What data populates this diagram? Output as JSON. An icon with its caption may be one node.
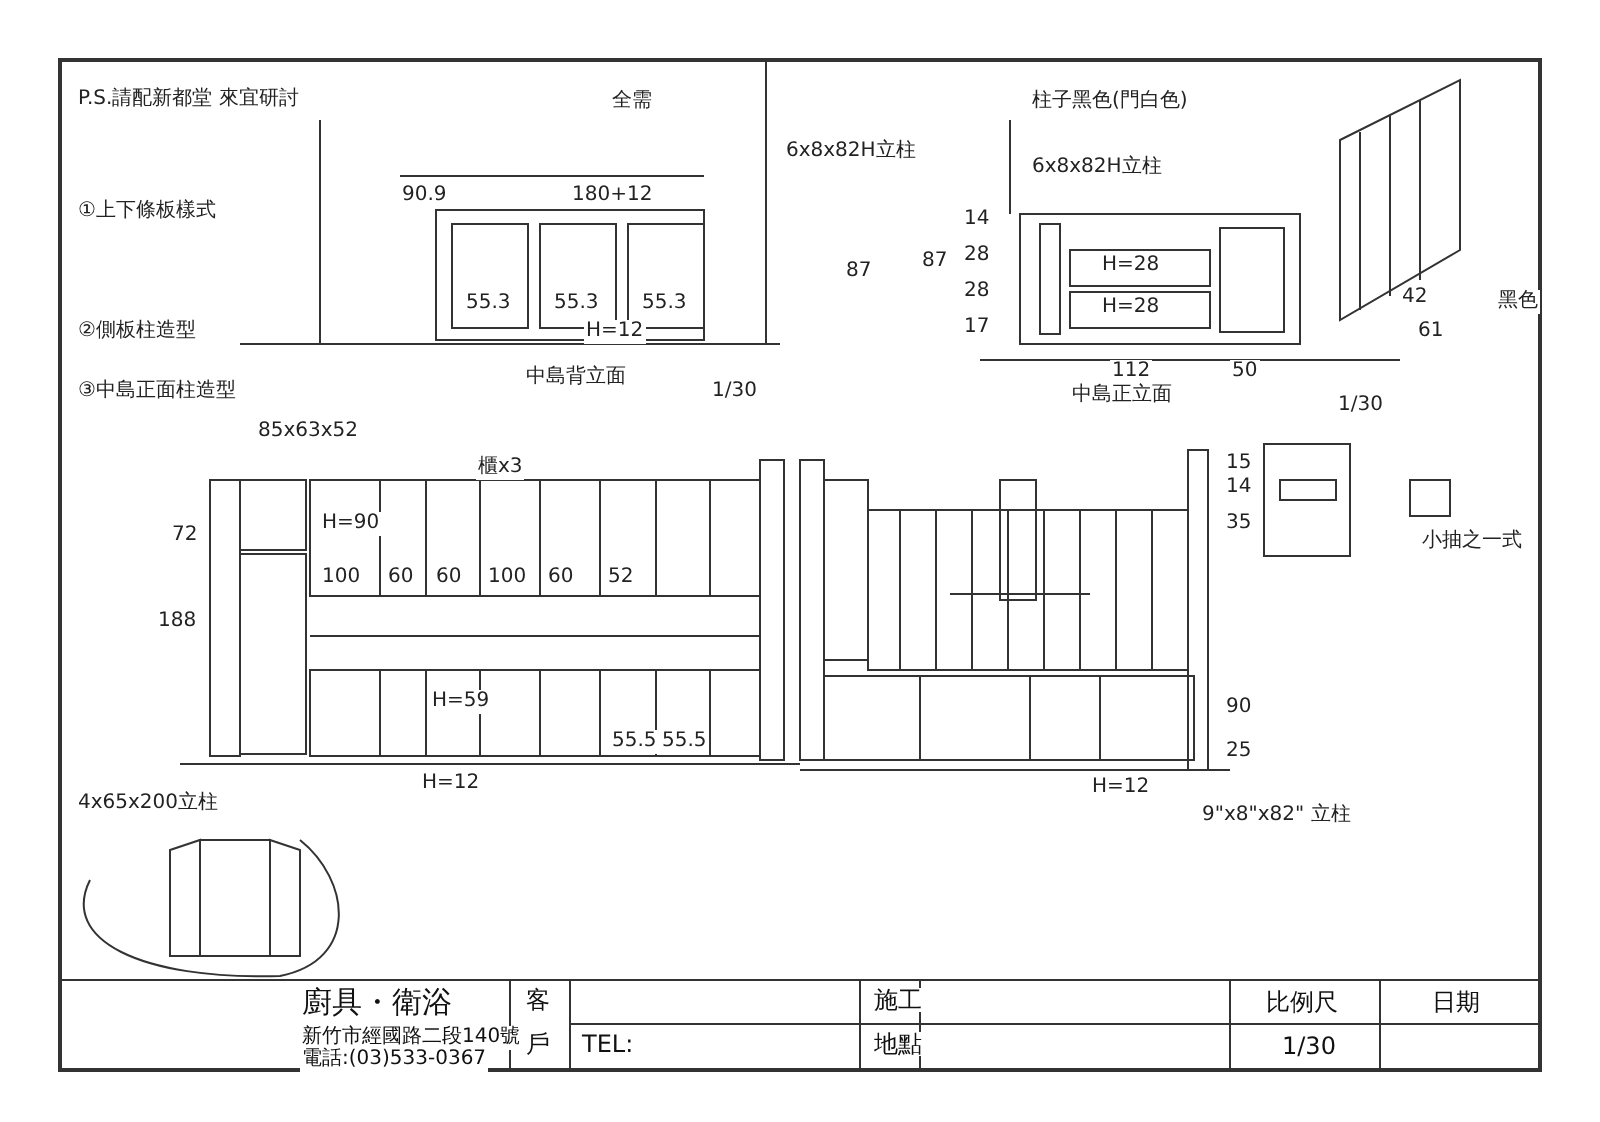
{
  "diagram": {
    "labels": [
      "全需",
      "90.9",
      "180+12",
      "55.3",
      "55.3",
      "55.3",
      "H=12",
      "中島背立面",
      "1/30",
      "6x8x82H立柱",
      "87",
      "柱子黑色(門白色)",
      "6x8x82H立柱",
      "87",
      "14",
      "28",
      "28",
      "17",
      "H=28",
      "H=28",
      "112",
      "50",
      "中島正立面",
      "1/30",
      "42",
      "61",
      "黑色",
      "①上下條板樣式",
      "②側板柱造型",
      "③中島正面柱造型",
      "P.S.請配新都堂 來宜研討",
      "85x63x52",
      "188",
      "72",
      "櫃x3",
      "100",
      "60",
      "60",
      "100",
      "60",
      "52",
      "H=90",
      "H=59",
      "55.5",
      "55.5",
      "H=12",
      "4x65x200立柱",
      "9\"x8\"x82\" 立柱",
      "H=12",
      "90",
      "25",
      "小抽之一式",
      "15",
      "14",
      "35",
      "廚具・衛浴",
      "新竹市經國路二段140號",
      "電話:(03)533-0367",
      "客",
      "戶",
      "TEL:",
      "施工",
      "地點",
      "比例尺",
      "日期",
      "1/30"
    ]
  }
}
